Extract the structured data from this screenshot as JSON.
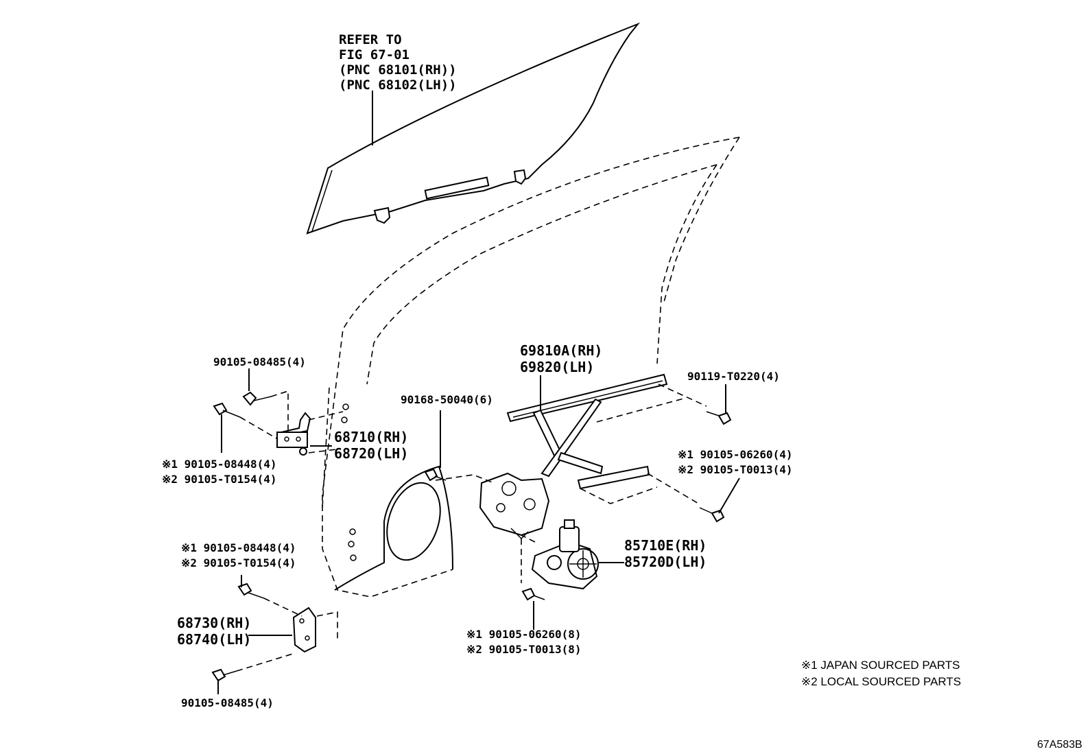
{
  "glass_ref": {
    "line1": "REFER TO",
    "line2": "FIG 67-01",
    "line3": "(PNC 68101(RH))",
    "line4": "(PNC 68102(LH))"
  },
  "labels": {
    "bolt_upper_hinge_top": "90105-08485(4)",
    "bolt_upper_hinge_side_1": "※1 90105-08448(4)",
    "bolt_upper_hinge_side_2": "※2 90105-T0154(4)",
    "hinge_upper_rh": "68710(RH)",
    "hinge_upper_lh": "68720(LH)",
    "bolt_lower_hinge_top_1": "※1 90105-08448(4)",
    "bolt_lower_hinge_top_2": "※2 90105-T0154(4)",
    "hinge_lower_rh": "68730(RH)",
    "hinge_lower_lh": "68740(LH)",
    "bolt_lower_hinge_bottom": "90105-08485(4)",
    "regulator_rh": "69810A(RH)",
    "regulator_lh": "69820(LH)",
    "bolt_regulator_left": "90168-50040(6)",
    "bolt_regulator_right_top": "90119-T0220(4)",
    "bolt_regulator_right_1": "※1 90105-06260(4)",
    "bolt_regulator_right_2": "※2 90105-T0013(4)",
    "motor_rh": "85710E(RH)",
    "motor_lh": "85720D(LH)",
    "bolt_motor_1": "※1 90105-06260(8)",
    "bolt_motor_2": "※2 90105-T0013(8)"
  },
  "legend": {
    "note1": "※1 JAPAN SOURCED PARTS",
    "note2": "※2 LOCAL SOURCED PARTS"
  },
  "figure_id": "67A583B"
}
